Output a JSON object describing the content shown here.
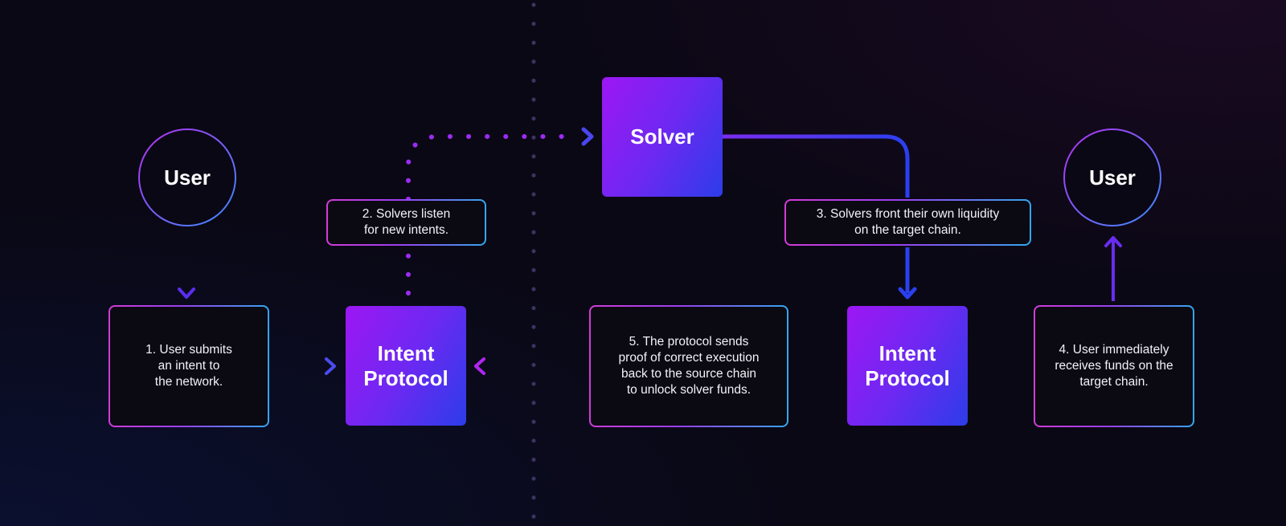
{
  "nodes": {
    "user_left": "User",
    "user_right": "User",
    "solver": "Solver",
    "intent_left": "Intent\nProtocol",
    "intent_right": "Intent\nProtocol"
  },
  "steps": {
    "step1": "1. User submits\nan intent to\nthe network.",
    "step2": "2. Solvers listen\nfor new intents.",
    "step3": "3. Solvers front their own liquidity\non the target chain.",
    "step4": "4. User immediately\nreceives funds on the\ntarget chain.",
    "step5": "5. The protocol sends\nproof of correct execution\nback to the source chain\nto unlock solver funds."
  },
  "colors": {
    "gradient_start": "#9d17f3",
    "gradient_end": "#2c3de8",
    "border_pink": "#d23bd8",
    "border_blue": "#34a6ee",
    "background": "#0a0814"
  }
}
